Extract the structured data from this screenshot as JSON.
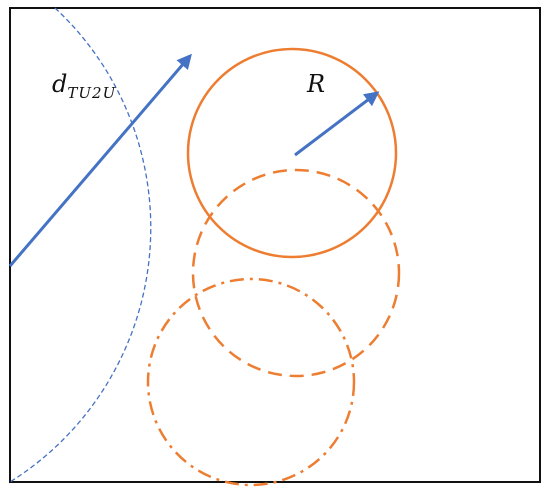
{
  "labels": {
    "distance_main": "d",
    "distance_sub": "TU2U",
    "radius": "R"
  },
  "colors": {
    "blue": "#4472c4",
    "orange": "#ed7d31",
    "frame": "#111111"
  }
}
